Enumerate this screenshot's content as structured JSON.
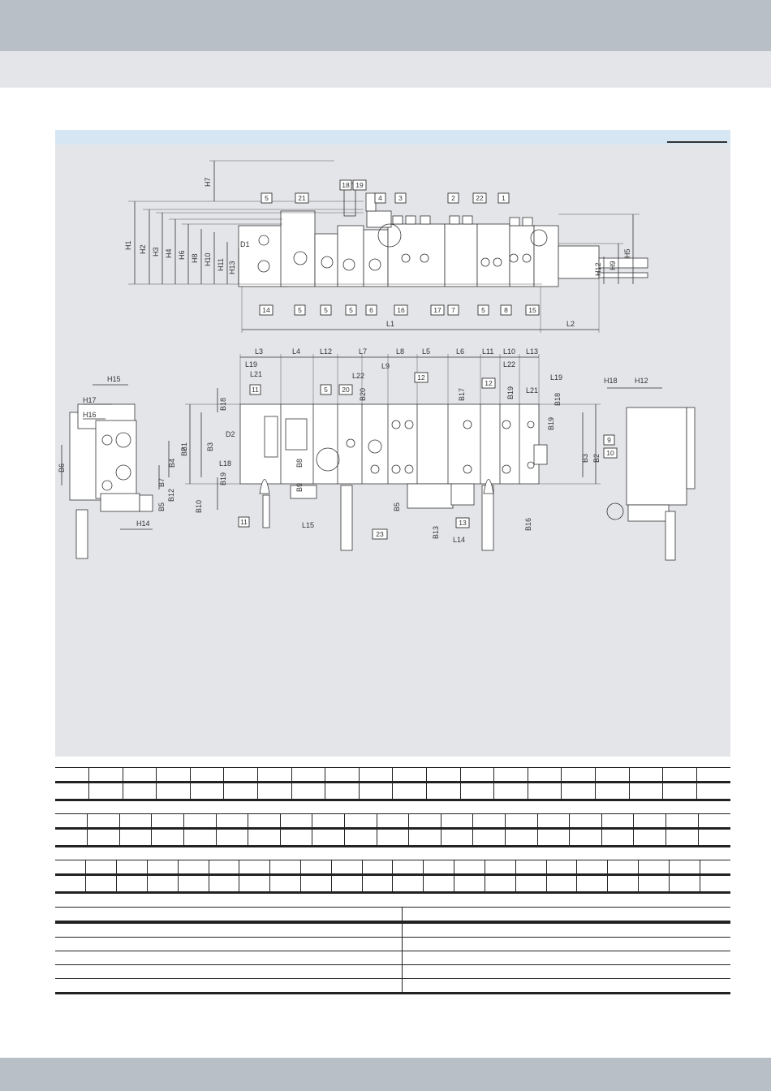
{
  "drawing": {
    "side_view": {
      "top_tags": [
        "5",
        "21",
        "18",
        "19",
        "4",
        "3",
        "2",
        "22",
        "1"
      ],
      "bottom_tags": [
        "14",
        "5",
        "5",
        "5",
        "6",
        "16",
        "17",
        "7",
        "5",
        "8",
        "15"
      ],
      "left_dims": [
        "H1",
        "H2",
        "H3",
        "H4",
        "H6",
        "H8",
        "H10",
        "H11",
        "H13",
        "H7"
      ],
      "right_dims": [
        "H12",
        "H9",
        "H5"
      ],
      "bottom_dims": [
        "L1",
        "L2"
      ],
      "inner_dims": [
        "D1"
      ]
    },
    "top_view": {
      "top_dims": [
        "L3",
        "L4",
        "L12",
        "L7",
        "L8",
        "L5",
        "L6",
        "L11",
        "L10",
        "L13"
      ],
      "sub_dims": [
        "L19",
        "L21",
        "L22",
        "L9",
        "L22",
        "L19",
        "L21"
      ],
      "tags": [
        "11",
        "5",
        "20",
        "12",
        "12",
        "11",
        "23",
        "13"
      ],
      "b_dims": [
        "B18",
        "B1",
        "B3",
        "B19",
        "B10",
        "B8",
        "B9",
        "B20",
        "B17",
        "B5",
        "B13",
        "B19",
        "B18",
        "B19",
        "B3",
        "B2",
        "B16"
      ],
      "other_dims": [
        "D2",
        "L18",
        "L15",
        "L14"
      ]
    },
    "left_view": {
      "dims": [
        "H15",
        "H17",
        "H16",
        "B6",
        "B4",
        "B2",
        "B7",
        "B12",
        "B5",
        "H14"
      ]
    },
    "right_view": {
      "dims": [
        "H18",
        "H12"
      ],
      "tags": [
        "9",
        "10"
      ]
    }
  }
}
